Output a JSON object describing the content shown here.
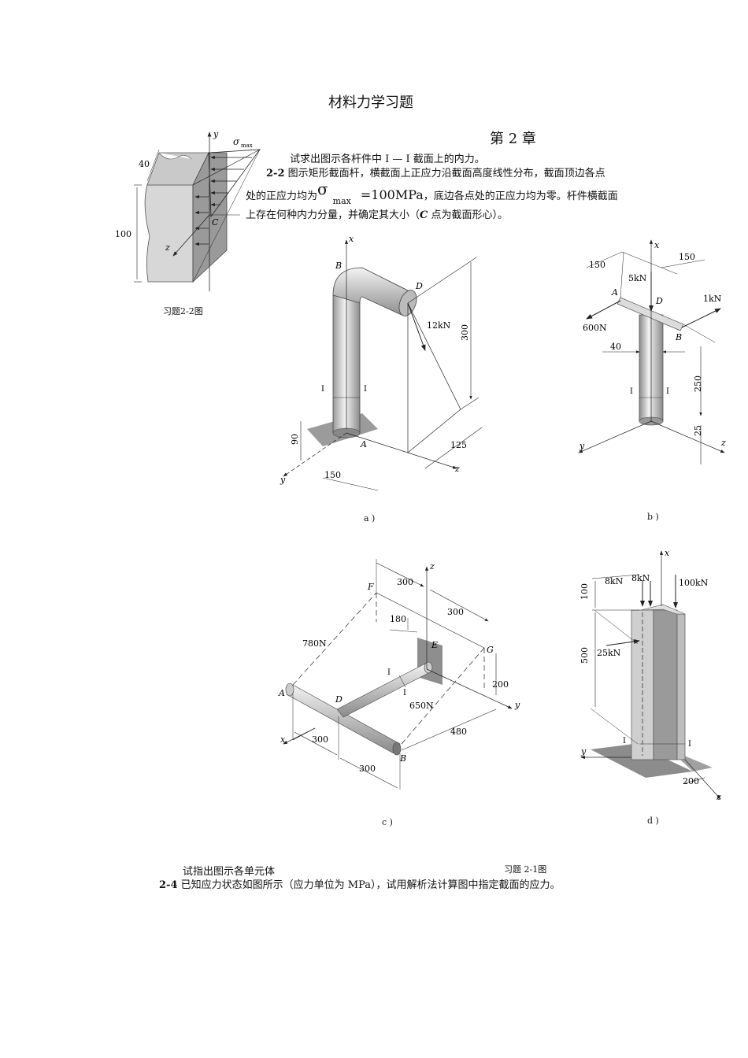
{
  "header": {
    "page_title": "材料力学习题",
    "chapter": "第 2 章"
  },
  "problem_2_1": {
    "statement": "试求出图示各杆件中 I — I 截面上的内力。",
    "figure_caption": "习题 2-1图",
    "sub_a": {
      "caption": "a )",
      "labels": {
        "x": "x",
        "y": "y",
        "z": "z",
        "B": "B",
        "D": "D",
        "A": "A",
        "force": "12kN",
        "d300": "300",
        "d125": "125",
        "d150": "150",
        "d90": "90",
        "sec_left": "I",
        "sec_right": "I"
      }
    },
    "sub_b": {
      "caption": "b )",
      "labels": {
        "x": "x",
        "y": "y",
        "z": "z",
        "A": "A",
        "B": "B",
        "D": "D",
        "d150l": "150",
        "d150r": "150",
        "f5": "5kN",
        "f1": "1kN",
        "f600": "600N",
        "d40": "40",
        "d250": "250",
        "d25": "25",
        "sec_left": "I",
        "sec_right": "I"
      }
    },
    "sub_c": {
      "caption": "c )",
      "labels": {
        "z": "z",
        "y": "y",
        "x": "x",
        "F": "F",
        "G": "G",
        "E": "E",
        "A": "A",
        "D": "D",
        "B": "B",
        "d300a": "300",
        "d300b": "300",
        "d180": "180",
        "f780": "780N",
        "d200": "200",
        "f650": "650N",
        "d480": "480",
        "d300c": "300",
        "d300d": "300",
        "sec_left": "I",
        "sec_right": "I"
      }
    },
    "sub_d": {
      "caption": "d )",
      "labels": {
        "x": "x",
        "y": "y",
        "z": "z",
        "f8a": "8kN",
        "f8b": "8kN",
        "f100": "100kN",
        "d100": "100",
        "d500": "500",
        "f25": "25kN",
        "d200": "200",
        "sec_left": "I",
        "sec_right": "I"
      }
    }
  },
  "problem_2_2": {
    "number": "2-2",
    "line1": "图示矩形截面杆，横截面上正应力沿截面高度线性分布，截面顶边各点",
    "line2_pre": "处的正应力均为",
    "sigma": "σ",
    "sigma_sub": "max",
    "sigma_value": "=100MPa",
    "line2_post": "，底边各点处的正应力均为零。杆件横截面",
    "line3_pre": "上存在何种内力分量，并确定其大小（",
    "line3_c": "C",
    "line3_post": " 点为截面形心）。",
    "figure_caption": "习题2-2图",
    "labels": {
      "y": "y",
      "sigma_max": "σ",
      "sigma_max_sub": "max",
      "d40": "40",
      "d100": "100",
      "C": "C",
      "z": "z"
    }
  },
  "problem_2_3": {
    "statement": "试指出图示各单元体"
  },
  "problem_2_4": {
    "number": "2-4",
    "statement": "已知应力状态如图所示（应力单位为 MPa），试用解析法计算图中指定截面的应力。"
  }
}
